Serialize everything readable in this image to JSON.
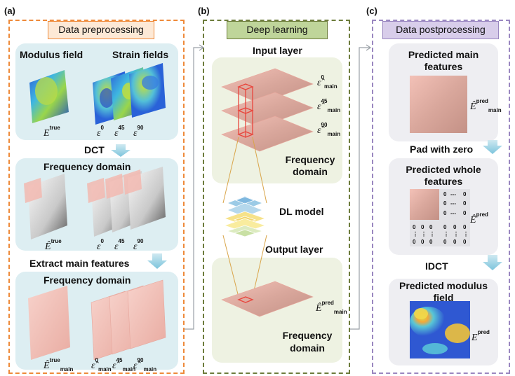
{
  "panels": {
    "a": {
      "label": "(a)",
      "title": "Data preprocessing"
    },
    "b": {
      "label": "(b)",
      "title": "Deep learning"
    },
    "c": {
      "label": "(c)",
      "title": "Data postprocessing"
    }
  },
  "a": {
    "modulus_field": "Modulus field",
    "strain_fields": "Strain fields",
    "e_true": {
      "base": "E",
      "sup": "true"
    },
    "eps0": {
      "base": "ε",
      "sup": "0"
    },
    "eps45": {
      "base": "ε",
      "sup": "45"
    },
    "eps90": {
      "base": "ε",
      "sup": "90"
    },
    "dct": "DCT",
    "freq_domain_1": "Frequency domain",
    "extract": "Extract main features",
    "freq_domain_2": "Frequency domain",
    "e_true_hat": {
      "base": "Ê",
      "sup": "true"
    },
    "e_true_main": {
      "base": "Ê",
      "sup": "true",
      "sub": "main"
    },
    "eps0_main": {
      "base": "ε̂",
      "sup": "0",
      "sub": "main"
    },
    "eps45_main": {
      "base": "ε̂",
      "sup": "45",
      "sub": "main"
    },
    "eps90_main": {
      "base": "ε̂",
      "sup": "90",
      "sub": "main"
    }
  },
  "b": {
    "input_layer": "Input layer",
    "freq_domain_1": "Frequency domain",
    "dl_model": "DL model",
    "output_layer": "Output layer",
    "freq_domain_2": "Frequency domain",
    "in0": {
      "base": "ε̂",
      "sup": "0",
      "sub": "main"
    },
    "in45": {
      "base": "ε̂",
      "sup": "45",
      "sub": "main"
    },
    "in90": {
      "base": "ε̂",
      "sup": "90",
      "sub": "main"
    },
    "out": {
      "base": "Ê",
      "sup": "pred",
      "sub": "main"
    }
  },
  "c": {
    "pred_main": "Predicted main features",
    "pad": "Pad with zero",
    "pred_whole": "Predicted whole features",
    "idct": "IDCT",
    "pred_modulus": "Predicted modulus field",
    "e_pred_main": {
      "base": "Ê",
      "sup": "pred",
      "sub": "main"
    },
    "e_pred_hat": {
      "base": "Ê",
      "sup": "pred"
    },
    "e_pred": {
      "base": "E",
      "sup": "pred"
    },
    "zero_glyph": "0",
    "dash_glyph": "---",
    "vdots_glyph": "⋮"
  },
  "colors": {
    "orange": "#ee8a3a",
    "green_dark": "#6d7c3c",
    "purple": "#9a87c0",
    "hdr_orange_bg": "#fde9d6",
    "hdr_green_bg": "#bfd59a",
    "hdr_purple_bg": "#d8cdea",
    "box_blue": "#ddeef2",
    "box_green": "#eef2e2",
    "box_gray": "#eeeef2",
    "pink": "#f5c4bc",
    "red": "#e8453c",
    "arrow_blue": "#9fd4e4"
  }
}
